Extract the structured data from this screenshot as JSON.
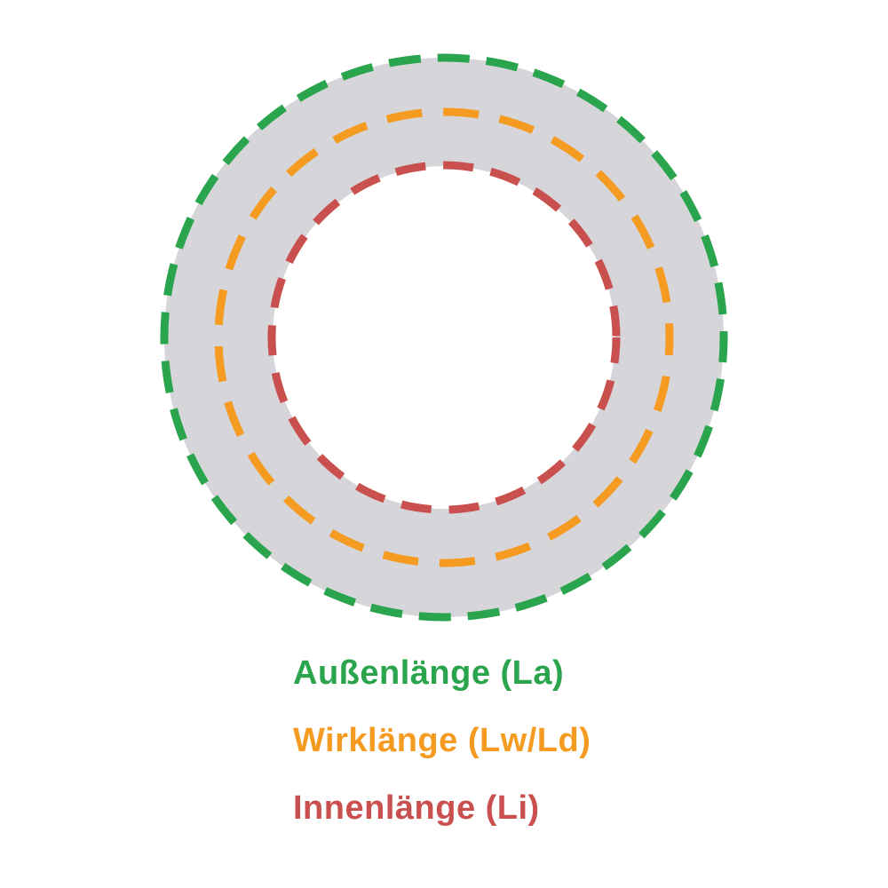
{
  "diagram": {
    "belt": {
      "name": "v-belt-ring",
      "fill_color": "#d6d6da"
    },
    "outer": {
      "label": "Außenlänge (La)",
      "color": "#2aa44d"
    },
    "effective": {
      "label": "Wirklänge (Lw/Ld)",
      "color": "#f59b22"
    },
    "inner": {
      "label": "Innenlänge (Li)",
      "color": "#c9504e"
    }
  }
}
